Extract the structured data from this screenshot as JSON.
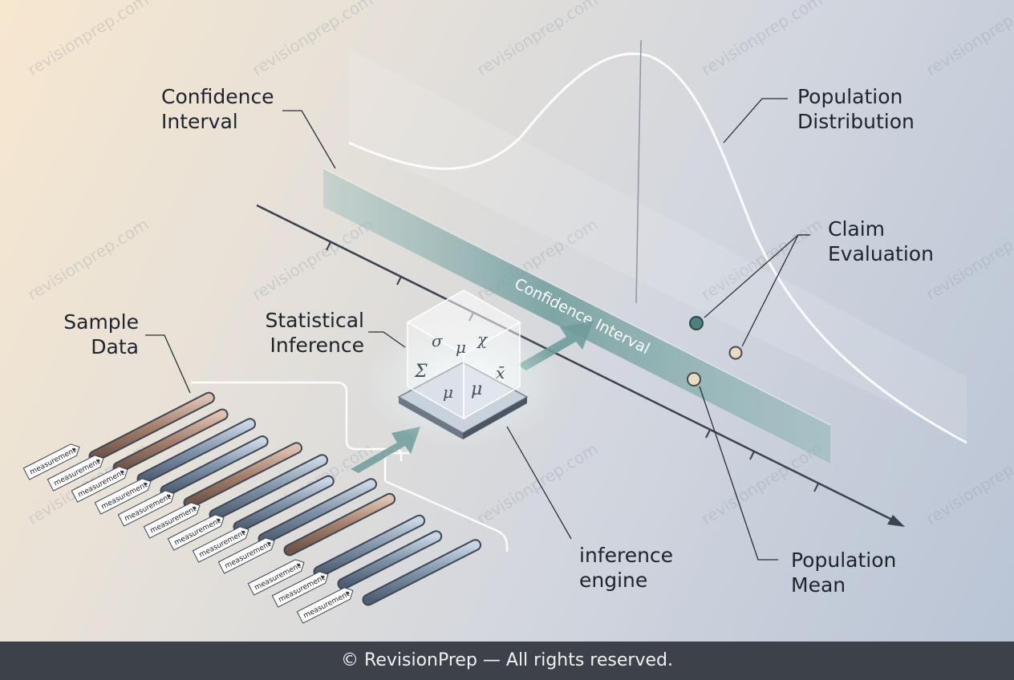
{
  "labels": {
    "confidence_interval": [
      "Confidence",
      "Interval"
    ],
    "population_distribution": [
      "Population",
      "Distribution"
    ],
    "claim_evaluation": [
      "Claim",
      "Evaluation"
    ],
    "sample_data": [
      "Sample",
      "Data"
    ],
    "statistical_inference": [
      "Statistical",
      "Inference"
    ],
    "inference_engine": [
      "inference",
      "engine"
    ],
    "population_mean": [
      "Population",
      "Mean"
    ]
  },
  "band_text": "Confidence Interval",
  "tag_text": "measurement",
  "cube_symbols": [
    "σ",
    "μ",
    "χ",
    "Σ",
    "μ",
    "μ",
    "x̄"
  ],
  "watermark": "revisionprep.com",
  "footer": "© RevisionPrep — All rights reserved.",
  "colors": {
    "band": "#7fa7a6",
    "rod_copper": "#b8927f",
    "rod_steel": "#8c9fb4",
    "dot_teal": "#4d7f7f",
    "dot_sand": "#e6dcc6",
    "footer_bg": "#3d4149"
  }
}
